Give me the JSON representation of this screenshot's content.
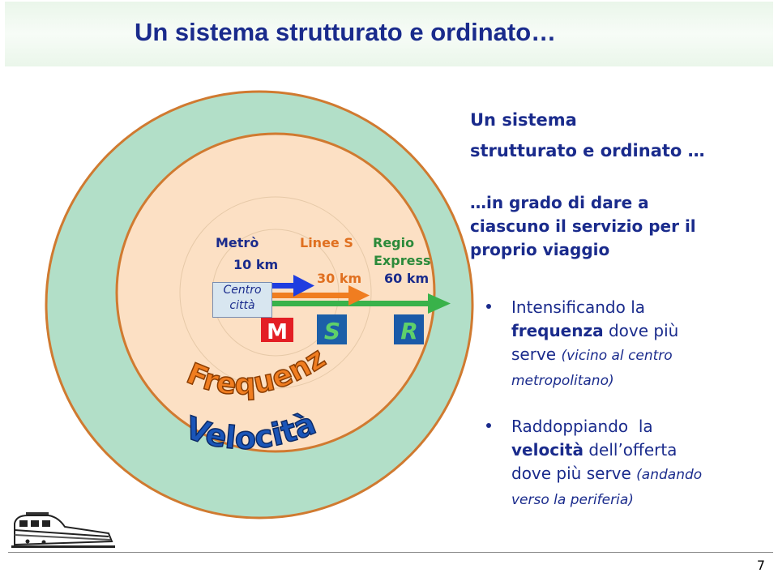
{
  "title": "Un sistema strutturato e ordinato…",
  "subtitle": [
    "Un sistema",
    "strutturato e ordinato …"
  ],
  "description": [
    "…in grado di dare a",
    "ciascuno il servizio per il",
    "proprio viaggio"
  ],
  "diagram": {
    "labels": {
      "metro": "Metrò",
      "metro_km": "10 km",
      "linee_s": "Linee S",
      "linee_s_km": "30 km",
      "regio": "Regio",
      "express": "Express",
      "regio_km": "60 km",
      "centro": [
        "Centro",
        "città"
      ]
    },
    "badges": {
      "metro": "M",
      "linee_s": "S",
      "regio": "R"
    },
    "banners": {
      "frequenza": "Frequenza",
      "velocita": "Velocità"
    },
    "colors": {
      "outer_ring": "#b2dfc8",
      "inner_disc": "#fce0c4",
      "ring_border": "#d07a30",
      "arrow_metro": "#1f3de0",
      "arrow_linee_s": "#f07d20",
      "arrow_regio": "#39b24a",
      "badge_metro": "#e31e24",
      "badge_linee_s": "#1c5fa8",
      "badge_regio": "#1a5aa8",
      "banner_frequenza": "#f07d20",
      "banner_velocita": "#1a55b8",
      "title": "#1a2b8c"
    }
  },
  "bullets": [
    {
      "lines": [
        {
          "parts": [
            {
              "text": "Intensificando la"
            }
          ]
        },
        {
          "parts": [
            {
              "text": "frequenza",
              "bold": true
            },
            {
              "text": " dove più"
            }
          ]
        },
        {
          "parts": [
            {
              "text": "serve "
            },
            {
              "text": "(vicino al centro",
              "italic": true
            }
          ]
        },
        {
          "parts": [
            {
              "text": "metropolitano)",
              "italic": true
            }
          ]
        }
      ]
    },
    {
      "lines": [
        {
          "parts": [
            {
              "text": "Raddoppiando  la"
            }
          ]
        },
        {
          "parts": [
            {
              "text": "velocità",
              "bold": true
            },
            {
              "text": " dell’offerta"
            }
          ]
        },
        {
          "parts": [
            {
              "text": "dove più serve "
            },
            {
              "text": "(andando",
              "italic": true
            }
          ]
        },
        {
          "parts": [
            {
              "text": "verso la periferia)",
              "italic": true
            }
          ]
        }
      ]
    }
  ],
  "page_number": "7"
}
